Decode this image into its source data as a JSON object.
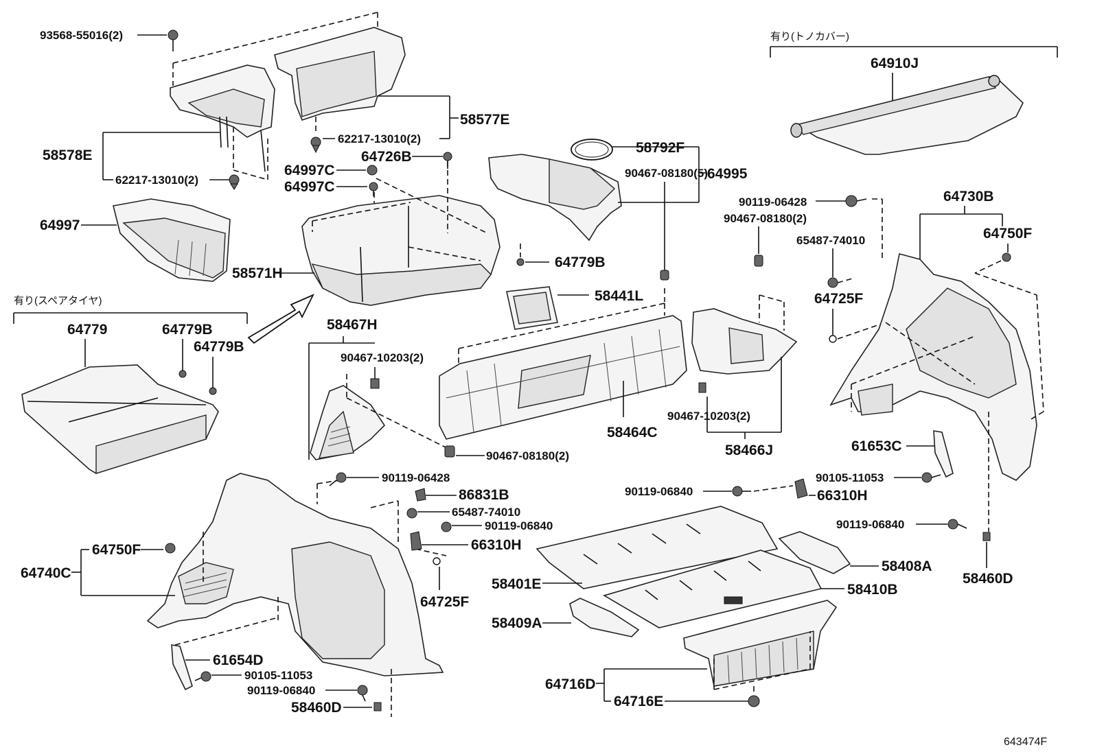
{
  "labels": {
    "l93568_55016": "93568-55016(2)",
    "l58577E": "58577E",
    "l62217_top": "62217-13010(2)",
    "l58578E": "58578E",
    "l62217_bot": "62217-13010(2)",
    "l64726B": "64726B",
    "l64997C_a": "64997C",
    "l64997C_b": "64997C",
    "l58792F": "58792F",
    "l64995": "64995",
    "l64997": "64997",
    "l58571H": "58571H",
    "l64779B_top": "64779B",
    "l58441L": "58441L",
    "l90467_08180_5": "90467-08180(5)",
    "l90119_06428_r": "90119-06428",
    "l90467_08180_2r": "90467-08180(2)",
    "l65487_74010_r": "65487-74010",
    "l64725F_r": "64725F",
    "l64730B": "64730B",
    "l64750F_r": "64750F",
    "l64910J": "64910J",
    "spare_tire_note": "有り(スペアタイヤ)",
    "tonneau_note": "有り(トノカバー)",
    "l64779": "64779",
    "l64779B_a": "64779B",
    "l64779B_b": "64779B",
    "l58467H": "58467H",
    "l90467_10203_l": "90467-10203(2)",
    "l90467_08180_2b": "90467-08180(2)",
    "l58464C": "58464C",
    "l90467_10203_r": "90467-10203(2)",
    "l58466J": "58466J",
    "l61653C": "61653C",
    "l90105_11053_r": "90105-11053",
    "l90119_06840_mid": "90119-06840",
    "l66310H_r": "66310H",
    "l90119_06840_r": "90119-06840",
    "l58460D_r": "58460D",
    "l90119_06428_b": "90119-06428",
    "l86831B": "86831B",
    "l65487_74010_b": "65487-74010",
    "l90119_06840_b": "90119-06840",
    "l66310H_b": "66310H",
    "l64725F_b": "64725F",
    "l64750F_b": "64750F",
    "l64740C": "64740C",
    "l61654D": "61654D",
    "l90105_11053_b": "90105-11053",
    "l90119_06840_bb": "90119-06840",
    "l58460D_b": "58460D",
    "l58401E": "58401E",
    "l58408A": "58408A",
    "l58410B": "58410B",
    "l58409A": "58409A",
    "l64716D": "64716D",
    "l64716E": "64716E",
    "diagram_id": "643474F"
  }
}
